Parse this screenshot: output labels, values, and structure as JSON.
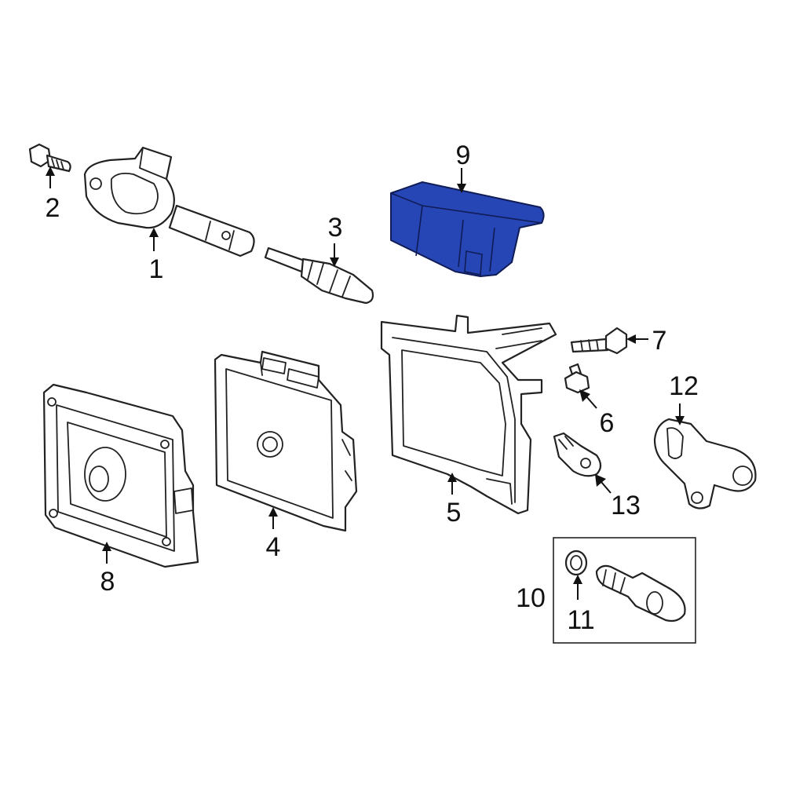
{
  "colors": {
    "highlight": "#2746b6",
    "line": "#222222",
    "background": "#ffffff"
  },
  "parts": [
    {
      "id": "p1",
      "label": "1"
    },
    {
      "id": "p2",
      "label": "2"
    },
    {
      "id": "p3",
      "label": "3"
    },
    {
      "id": "p4",
      "label": "4"
    },
    {
      "id": "p5",
      "label": "5"
    },
    {
      "id": "p6",
      "label": "6"
    },
    {
      "id": "p7",
      "label": "7"
    },
    {
      "id": "p8",
      "label": "8"
    },
    {
      "id": "p9",
      "label": "9",
      "highlighted": true
    },
    {
      "id": "p10",
      "label": "10"
    },
    {
      "id": "p11",
      "label": "11"
    },
    {
      "id": "p12",
      "label": "12"
    },
    {
      "id": "p13",
      "label": "13"
    }
  ]
}
